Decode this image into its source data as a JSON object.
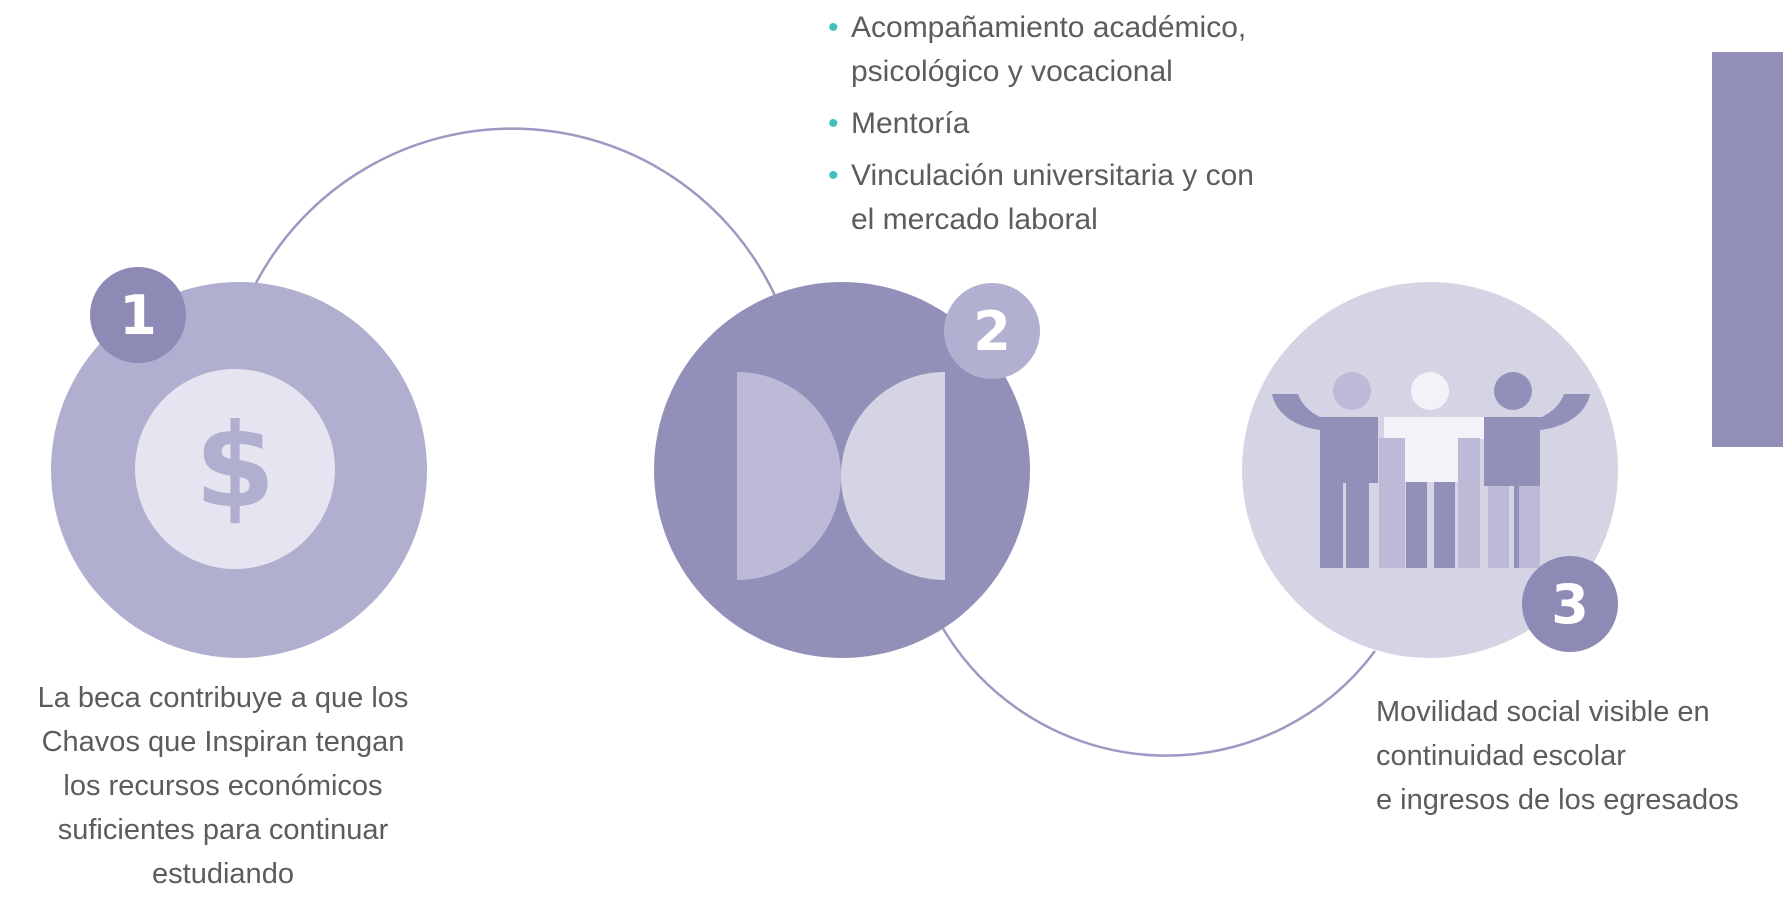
{
  "steps": [
    {
      "number": "1",
      "icon": "dollar-coin-icon",
      "symbol": "$",
      "caption_lines": [
        "La beca contribuye a que los",
        "Chavos que Inspiran tengan",
        "los recursos económicos",
        "suficientes para continuar",
        "estudiando"
      ]
    },
    {
      "number": "2",
      "icon": "half-circles-logo-icon",
      "bullets": [
        [
          "Acompañamiento académico,",
          "psicológico y vocacional"
        ],
        [
          "Mentoría"
        ],
        [
          "Vinculación universitaria y con",
          "el mercado laboral"
        ]
      ]
    },
    {
      "number": "3",
      "icon": "three-people-icon",
      "caption_lines": [
        "Movilidad social visible en",
        "continuidad escolar",
        "e ingresos de los egresados"
      ]
    }
  ],
  "colors": {
    "circle_1": "#b1afd0",
    "circle_2": "#928fb9",
    "circle_3": "#d5d4e5",
    "badge_dark": "#8d8ab6",
    "badge_light": "#b2b0d1",
    "connector": "#9c99c3",
    "bullet_dot": "#3fc1c0"
  }
}
